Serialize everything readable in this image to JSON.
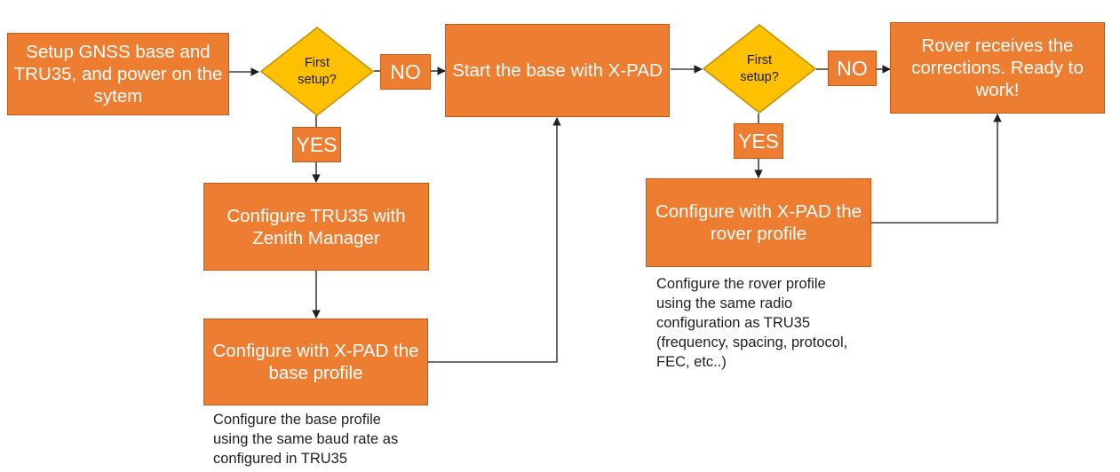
{
  "diagram": {
    "title": "GNSS base and rover setup flowchart",
    "colors": {
      "process": "#ED7D31",
      "process_border": "#C15A14",
      "decision": "#FFC000",
      "decision_border": "#BF9000",
      "connector": "#404040",
      "process_text": "#FFFFFF",
      "decision_text": "#1C1C1C",
      "caption_text": "#1F1F1F",
      "background": "#FFFFFF"
    },
    "nodes": {
      "setup_base": {
        "label": "Setup GNSS base and TRU35, and power on the sytem"
      },
      "decision_base": {
        "label": "First\nsetup?"
      },
      "no_base": {
        "label": "NO"
      },
      "yes_base": {
        "label": "YES"
      },
      "start_base": {
        "label": "Start the base with X-PAD"
      },
      "configure_tru35": {
        "label": "Configure TRU35 with Zenith Manager"
      },
      "configure_base_profile": {
        "label": "Configure with X-PAD the base profile"
      },
      "decision_rover": {
        "label": "First\nsetup?"
      },
      "no_rover": {
        "label": "NO"
      },
      "yes_rover": {
        "label": "YES"
      },
      "rover_ready": {
        "label": "Rover receives the corrections. Ready to work!"
      },
      "configure_rover_profile": {
        "label": "Configure with X-PAD the rover profile"
      }
    },
    "captions": {
      "base_note": "Configure the base profile\nusing the same baud rate as\nconfigured in TRU35",
      "rover_note": "Configure the rover profile\nusing the same radio\nconfiguration as TRU35\n(frequency, spacing, protocol,\nFEC, etc..)"
    }
  }
}
